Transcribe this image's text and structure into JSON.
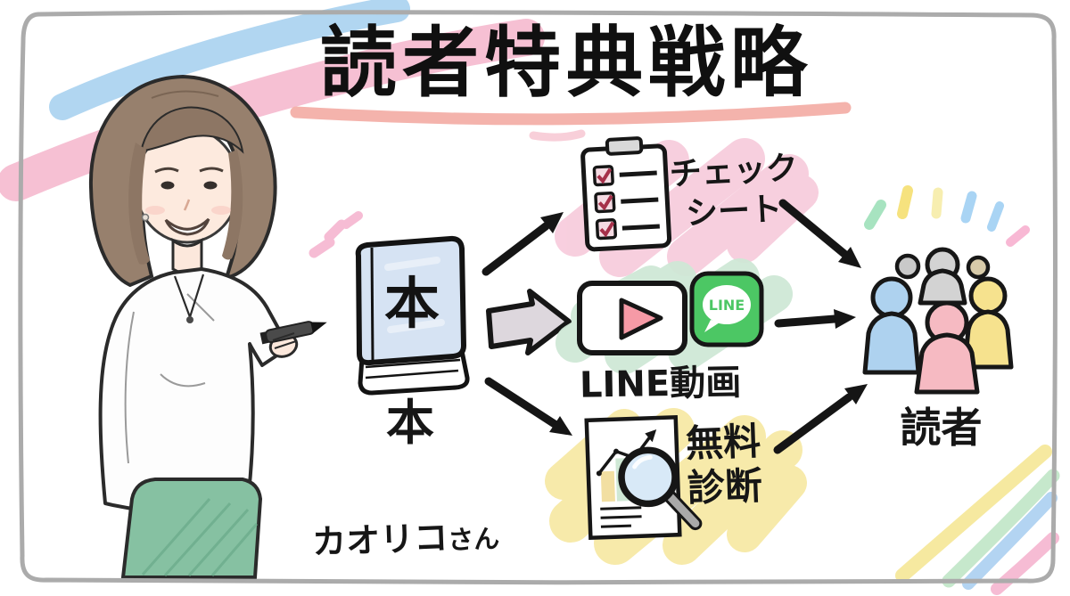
{
  "title": "読者特典戦略",
  "presenter": {
    "name_main": "カオリコ",
    "name_suffix": "さん"
  },
  "book": {
    "cover_label": "本",
    "caption": "本"
  },
  "bonuses": {
    "checksheet": {
      "line1": "チェック",
      "line2": "シート"
    },
    "video": {
      "label": "LINE動画",
      "badge": "LINE"
    },
    "diagnosis": {
      "line1": "無料",
      "line2": "診断"
    }
  },
  "audience": {
    "label": "読者"
  },
  "icons": {
    "source": "book-icon",
    "checksheet": "checklist-clipboard-icon",
    "video": "video-player-icon",
    "video_badge": "line-app-icon",
    "diagnosis": "chart-magnifier-icon",
    "audience": "people-group-icon",
    "presenter": "presenter-illustration",
    "pen": "marker-pen-icon"
  },
  "colors": {
    "highlight_pink": "#f7cbdc",
    "highlight_green": "#cfe8d6",
    "highlight_yellow": "#f7e9a6",
    "underline": "#f3afa8",
    "line_green": "#4cc764",
    "ink": "#161616"
  }
}
